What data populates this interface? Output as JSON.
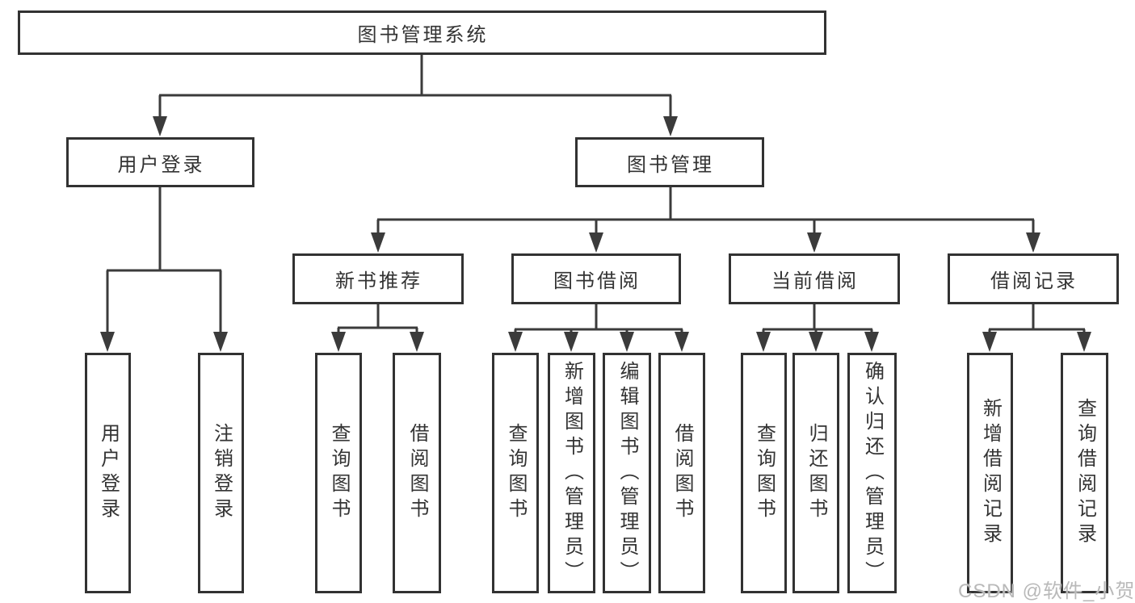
{
  "title": "图书管理系统",
  "branches": {
    "user_login": {
      "label": "用户登录",
      "children": [
        "用户登录",
        "注销登录"
      ]
    },
    "book_management": {
      "label": "图书管理",
      "children": {
        "new_book_recommend": {
          "label": "新书推荐",
          "children": [
            "查询图书",
            "借阅图书"
          ]
        },
        "book_borrow": {
          "label": "图书借阅",
          "children": [
            "查询图书",
            "新增图书（管理员）",
            "编辑图书（管理员）",
            "借阅图书"
          ]
        },
        "current_borrow": {
          "label": "当前借阅",
          "children": [
            "查询图书",
            "归还图书",
            "确认归还（管理员）"
          ]
        },
        "borrow_record": {
          "label": "借阅记录",
          "children": [
            "新增借阅记录",
            "查询借阅记录"
          ]
        }
      }
    }
  },
  "watermark": "CSDN @软件_小贺同学",
  "colors": {
    "line": "#3b3b3b",
    "border": "#323232",
    "text": "#333333",
    "watermark": "#b9b9b9",
    "background": "#ffffff"
  }
}
